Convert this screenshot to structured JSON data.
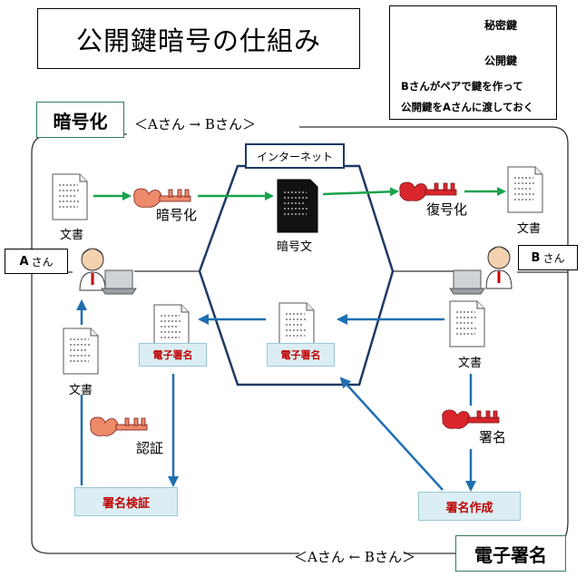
{
  "title": "公開鍵暗号の仕組み",
  "legend": {
    "private_key_label": "秘密鍵",
    "public_key_label": "公開鍵",
    "note_line1": "Bさんがペアで鍵を作って",
    "note_line2": "公開鍵をAさんに渡しておく"
  },
  "encryption": {
    "section_label": "暗号化",
    "direction": "＜Aさん → Bさん＞",
    "document_label": "文書",
    "encrypt_key_label": "暗号化",
    "ciphertext_label": "暗号文",
    "decrypt_key_label": "復号化",
    "result_document_label": "文書"
  },
  "internet_label": "インターネット",
  "person_a": {
    "letter": "A",
    "suffix": "さん"
  },
  "person_b": {
    "letter": "B",
    "suffix": "さん"
  },
  "signature": {
    "section_label": "電子署名",
    "direction": "＜Aさん ← Bさん＞",
    "source_document_label": "文書",
    "sign_key_label": "署名",
    "create_signature": "署名作成",
    "signature_tag_mid": "電子署名",
    "signature_tag_left": "電子署名",
    "verify_key_label": "認証",
    "verify_signature": "署名検証",
    "verified_document_label": "文書"
  },
  "colors": {
    "private_key": "#d9262c",
    "public_key": "#ec8a6a",
    "green_arrow": "#19a34b",
    "blue_arrow": "#1f6fb2",
    "hexagon": "#1f3864",
    "tag_fill": "#dbeef4",
    "tag_text": "#c00000"
  }
}
